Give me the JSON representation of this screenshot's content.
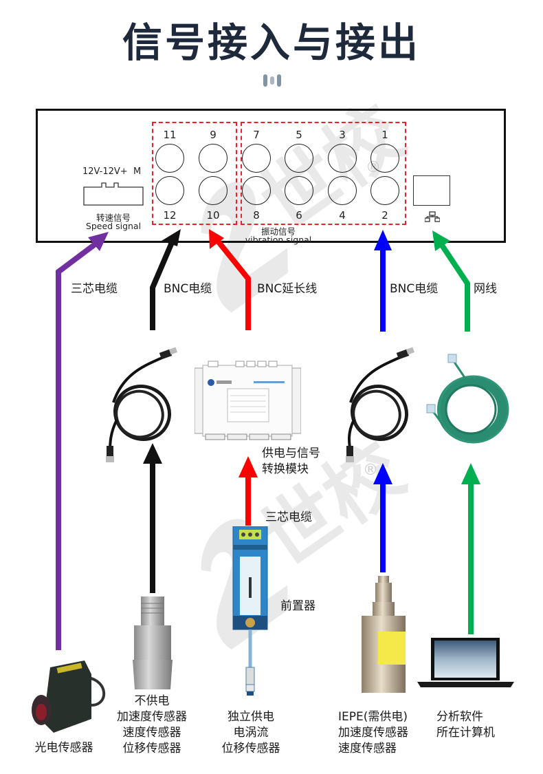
{
  "title": "信号接入与接出",
  "panel": {
    "speed_connector": {
      "pin_labels": "12V-12V+",
      "pin_m": "M",
      "label_cn": "转速信号",
      "label_en": "Speed signal"
    },
    "bnc_group_left": {
      "top_numbers": [
        "11",
        "9"
      ],
      "bottom_numbers": [
        "12",
        "10"
      ]
    },
    "bnc_group_right": {
      "top_numbers": [
        "7",
        "5",
        "3",
        "1"
      ],
      "bottom_numbers": [
        "8",
        "6",
        "4",
        "2"
      ],
      "label_cn": "振动信号",
      "label_en": "vibration signal"
    },
    "network_port": {
      "icon": "network-icon"
    }
  },
  "cables": {
    "purple": {
      "label": "三芯电缆",
      "color": "#7030a0"
    },
    "black": {
      "label": "BNC电缆",
      "color": "#111111"
    },
    "red": {
      "label": "BNC延长线",
      "color": "#ff0000"
    },
    "blue": {
      "label": "BNC电缆",
      "color": "#0000ff"
    },
    "green": {
      "label": "网线",
      "color": "#00b050"
    },
    "red_lower": {
      "label": "三芯电缆"
    }
  },
  "module": {
    "label_line1": "供电与信号",
    "label_line2": "转换模块"
  },
  "preamp": {
    "label": "前置器"
  },
  "devices": {
    "photo_sensor": {
      "lines": [
        "光电传感器"
      ]
    },
    "unpowered_sensor": {
      "lines": [
        "不供电",
        "加速度传感器",
        "速度传感器",
        "位移传感器"
      ]
    },
    "eddy_sensor": {
      "lines": [
        "独立供电",
        "电涡流",
        "位移传感器"
      ]
    },
    "iepe_sensor": {
      "lines": [
        "IEPE(需供电)",
        "加速度传感器",
        "速度传感器"
      ]
    },
    "computer": {
      "lines": [
        "分析软件",
        "所在计算机"
      ]
    }
  },
  "watermark": {
    "text": "世校",
    "mark": "®"
  }
}
